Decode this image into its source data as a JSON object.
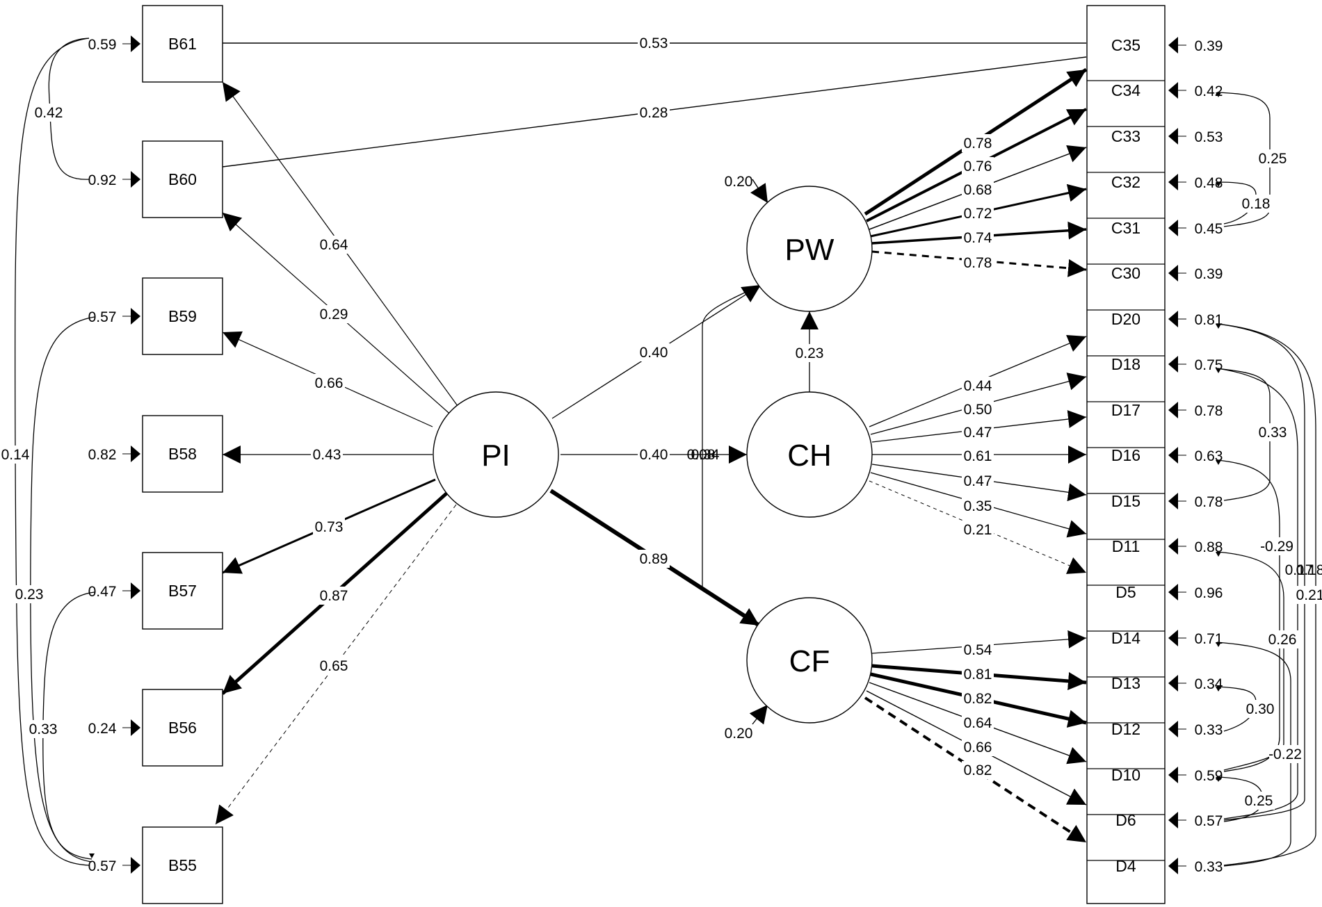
{
  "latents": {
    "PI": "PI",
    "PW": "PW",
    "CH": "CH",
    "CF": "CF"
  },
  "latent_disturbances": {
    "PW": "0.20",
    "CF": "0.20"
  },
  "left_indicators": [
    {
      "name": "B61",
      "loading": "0.64",
      "error": "0.59"
    },
    {
      "name": "B60",
      "loading": "0.29",
      "error": "0.92"
    },
    {
      "name": "B59",
      "loading": "0.66",
      "error": "0.57"
    },
    {
      "name": "B58",
      "loading": "0.43",
      "error": "0.82"
    },
    {
      "name": "B57",
      "loading": "0.73",
      "error": "0.47"
    },
    {
      "name": "B56",
      "loading": "0.87",
      "error": "0.24"
    },
    {
      "name": "B55",
      "loading": "0.65",
      "error": "0.57"
    }
  ],
  "left_error_covariances": [
    {
      "from": "B61",
      "to": "B60",
      "value": "0.42"
    },
    {
      "from": "B61",
      "to": "B55",
      "value": "0.14"
    },
    {
      "from": "B59",
      "to": "B55",
      "value": "0.23"
    },
    {
      "from": "B57",
      "to": "B55",
      "value": "0.33"
    }
  ],
  "structural_paths": [
    {
      "from": "PI",
      "to": "PW",
      "value": "0.40"
    },
    {
      "from": "PI",
      "to": "CH",
      "value": "0.40"
    },
    {
      "from": "PI",
      "to": "CF",
      "value": "0.89"
    },
    {
      "from": "CH",
      "to": "PW",
      "value": "0.23"
    },
    {
      "from": "CF",
      "to": "CH",
      "value": "0.34"
    },
    {
      "from": "CF",
      "to": "PW",
      "value": "0.08"
    }
  ],
  "cross_loadings": [
    {
      "from": "B61",
      "to": "C35",
      "value": "0.53"
    },
    {
      "from": "B60",
      "to": "C35",
      "value": "0.28"
    }
  ],
  "right_indicators": [
    {
      "name": "C35",
      "latent": "PW",
      "loading": "",
      "error": "0.39"
    },
    {
      "name": "C34",
      "latent": "PW",
      "loading": "0.78",
      "error": "0.42"
    },
    {
      "name": "C33",
      "latent": "PW",
      "loading": "0.76",
      "error": "0.53"
    },
    {
      "name": "C32",
      "latent": "PW",
      "loading": "0.68",
      "error": "0.48"
    },
    {
      "name": "C31",
      "latent": "PW",
      "loading": "0.72",
      "error": "0.45"
    },
    {
      "name": "C30",
      "latent": "PW",
      "loading": "0.74",
      "error": "0.39"
    },
    {
      "name": "D20",
      "latent": "PW",
      "loading": "0.78",
      "error": "0.81"
    },
    {
      "name": "D18",
      "latent": "CH",
      "loading": "0.44",
      "error": "0.75"
    },
    {
      "name": "D17",
      "latent": "CH",
      "loading": "0.50",
      "error": "0.78"
    },
    {
      "name": "D16",
      "latent": "CH",
      "loading": "0.47",
      "error": "0.63"
    },
    {
      "name": "D15",
      "latent": "CH",
      "loading": "0.61",
      "error": "0.78"
    },
    {
      "name": "D11",
      "latent": "CH",
      "loading": "0.47",
      "error": "0.88"
    },
    {
      "name": "D5",
      "latent": "CH",
      "loading": "0.35",
      "error": "0.96"
    },
    {
      "name": "D14",
      "latent": "CH",
      "loading": "0.21",
      "error": "0.71"
    },
    {
      "name": "D13",
      "latent": "CF",
      "loading": "0.54",
      "error": "0.34"
    },
    {
      "name": "D12",
      "latent": "CF",
      "loading": "0.81",
      "error": "0.33"
    },
    {
      "name": "D10",
      "latent": "CF",
      "loading": "0.82",
      "error": "0.59"
    },
    {
      "name": "D6",
      "latent": "CF",
      "loading": "0.64",
      "error": "0.57"
    },
    {
      "name": "D4",
      "latent": "CF",
      "loading": "0.66",
      "error": "0.33"
    },
    {
      "name": "",
      "latent": "CF",
      "loading": "0.82",
      "error": ""
    }
  ],
  "right_error_covariances": [
    {
      "from": "C34",
      "to": "C31",
      "value": "0.25"
    },
    {
      "from": "C32",
      "to": "C31",
      "value": "0.18"
    },
    {
      "from": "D18",
      "to": "D15",
      "value": "0.33"
    },
    {
      "from": "D16",
      "to": "D10",
      "value": "-0.29"
    },
    {
      "from": "D20",
      "to": "D6",
      "value": "0.17"
    },
    {
      "from": "D18",
      "to": "D6",
      "value": "0.18"
    },
    {
      "from": "D20",
      "to": "D4",
      "value": "0.21"
    },
    {
      "from": "D14",
      "to": "D4",
      "value": "0.26"
    },
    {
      "from": "D13",
      "to": "D12",
      "value": "0.30"
    },
    {
      "from": "D11",
      "to": "D14",
      "value": "-0.22"
    },
    {
      "from": "D10",
      "to": "D6",
      "value": "0.25"
    }
  ]
}
